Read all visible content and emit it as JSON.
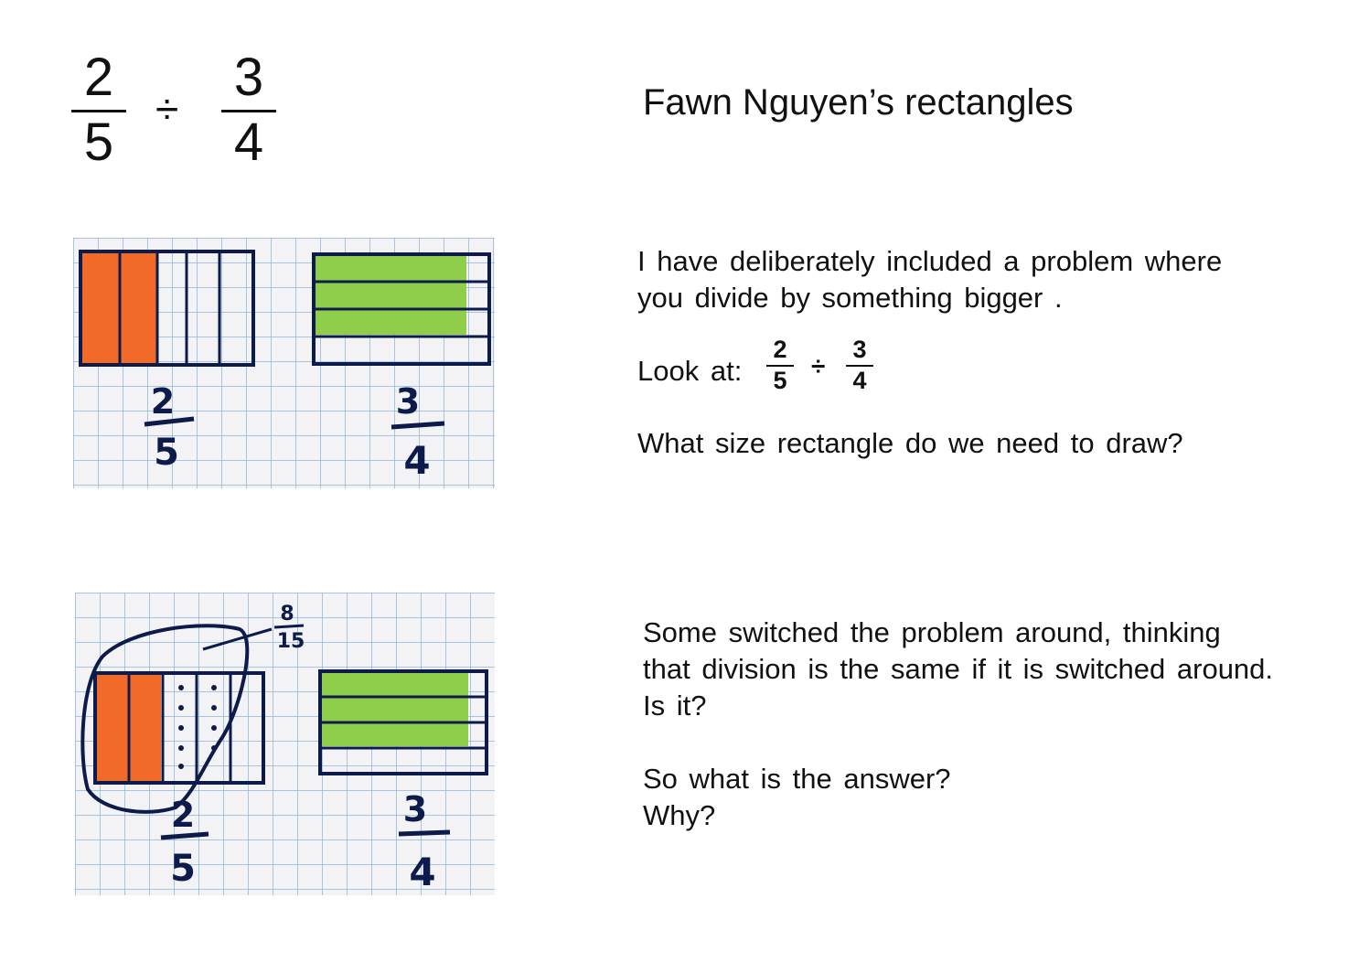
{
  "header_fraction": {
    "left": {
      "numerator": "2",
      "denominator": "5"
    },
    "operator": "÷",
    "right": {
      "numerator": "3",
      "denominator": "4"
    }
  },
  "title": "Fawn Nguyen’s rectangles",
  "paragraph1": {
    "line1": "I have deliberately included a problem where",
    "line2": "you divide by something bigger ."
  },
  "look_at": {
    "label": "Look at:",
    "left": {
      "numerator": "2",
      "denominator": "5"
    },
    "operator": "÷",
    "right": {
      "numerator": "3",
      "denominator": "4"
    }
  },
  "question1": "What size rectangle do we need to draw?",
  "paragraph2": {
    "line1": "Some switched the problem around, thinking",
    "line2": "that division is the same if it is switched around.",
    "line3": "Is it?"
  },
  "question2": {
    "line1": "So what is the answer?",
    "line2": "Why?"
  },
  "photo1": {
    "left_label": {
      "numerator": "2",
      "denominator": "5"
    },
    "right_label": {
      "numerator": "3",
      "denominator": "4"
    }
  },
  "photo2": {
    "annotation": {
      "numerator": "8",
      "denominator": "15"
    },
    "left_label": {
      "numerator": "2",
      "denominator": "5"
    },
    "right_label": {
      "numerator": "3",
      "denominator": "4"
    }
  },
  "colors": {
    "orange": "#f26a2a",
    "green": "#8fce4a",
    "grid": "#8fb6d8",
    "ink": "#0d1b4a"
  }
}
